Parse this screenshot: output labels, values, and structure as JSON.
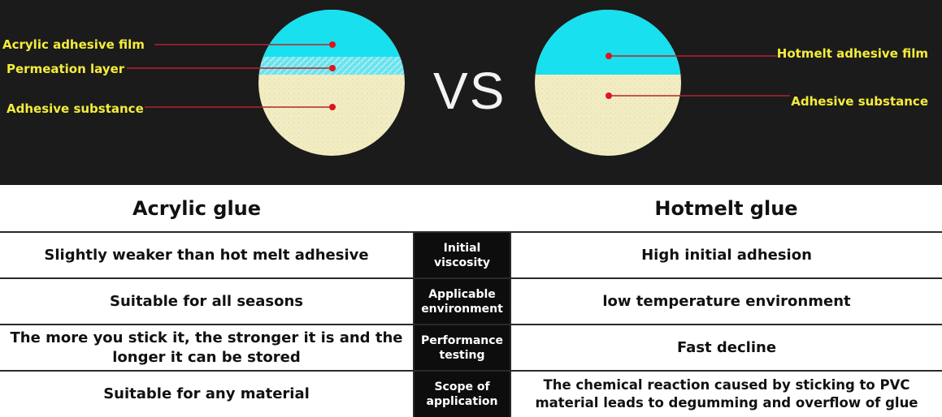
{
  "diagram": {
    "vs_label": "VS",
    "left_labels": {
      "film": "Acrylic adhesive film",
      "permeation": "Permeation layer",
      "adhesive": "Adhesive substance"
    },
    "right_labels": {
      "film": "Hotmelt adhesive film",
      "adhesive": "Adhesive substance"
    },
    "colors": {
      "background": "#1b1b1b",
      "film": "#18e0ee",
      "adhesive": "#f2ecc2",
      "label_text": "#f4ec3c",
      "leader_line": "#b8222a",
      "marker_dot": "#e0141c"
    }
  },
  "table": {
    "headers": {
      "left": "Acrylic glue",
      "right": "Hotmelt glue"
    },
    "rows": [
      {
        "criterion": "Initial viscosity",
        "acrylic": "Slightly weaker than hot melt adhesive",
        "hotmelt": "High initial adhesion"
      },
      {
        "criterion": "Applicable environment",
        "acrylic": "Suitable for all seasons",
        "hotmelt": "low temperature environment"
      },
      {
        "criterion": "Performance testing",
        "acrylic": "The more you stick it, the stronger it is and the longer it can be stored",
        "hotmelt": "Fast decline"
      },
      {
        "criterion": "Scope of application",
        "acrylic": "Suitable for any material",
        "hotmelt": "The chemical reaction caused by sticking to PVC material leads to degumming and overflow of glue"
      }
    ]
  }
}
